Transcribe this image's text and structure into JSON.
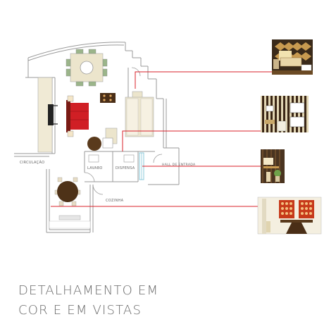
{
  "title": {
    "line1": "DETALHAMENTO EM",
    "line2": "COR E EM VISTAS"
  },
  "room_labels": {
    "circulacao": "CIRCULAÇÃO",
    "lavabo": "LAVABO",
    "dispensa": "DISPENSA",
    "hall": "HALL DE ENTRADA",
    "cozinha": "COZINHA"
  },
  "colors": {
    "wall": "#9a9a9a",
    "leader": "#d8202a",
    "sofa_red": "#d01f25",
    "wood_dark": "#5a3a1c",
    "furniture_beige": "#ece5cc",
    "plant_green": "#9bb58a",
    "door_cyan": "#88c8d8"
  }
}
